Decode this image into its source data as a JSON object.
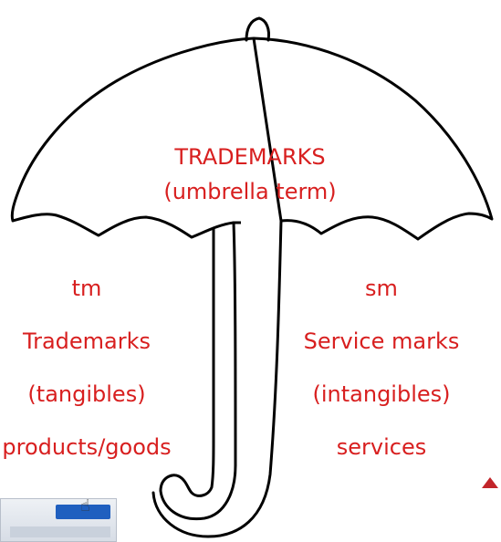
{
  "diagram": {
    "title_line1": "TRADEMARKS",
    "title_line2": "(umbrella term)",
    "left": {
      "symbol": "tm",
      "name": "Trademarks",
      "kind": "(tangibles)",
      "examples": "products/goods"
    },
    "right": {
      "symbol": "sm",
      "name": "Service marks",
      "kind": "(intangibles)",
      "examples": "services"
    }
  },
  "colors": {
    "text": "#d81f1f",
    "outline": "#000000",
    "nav_arrow": "#c2252a"
  },
  "icons": {
    "cursor": "hand-pointer-icon",
    "nav": "triangle-up-icon"
  }
}
